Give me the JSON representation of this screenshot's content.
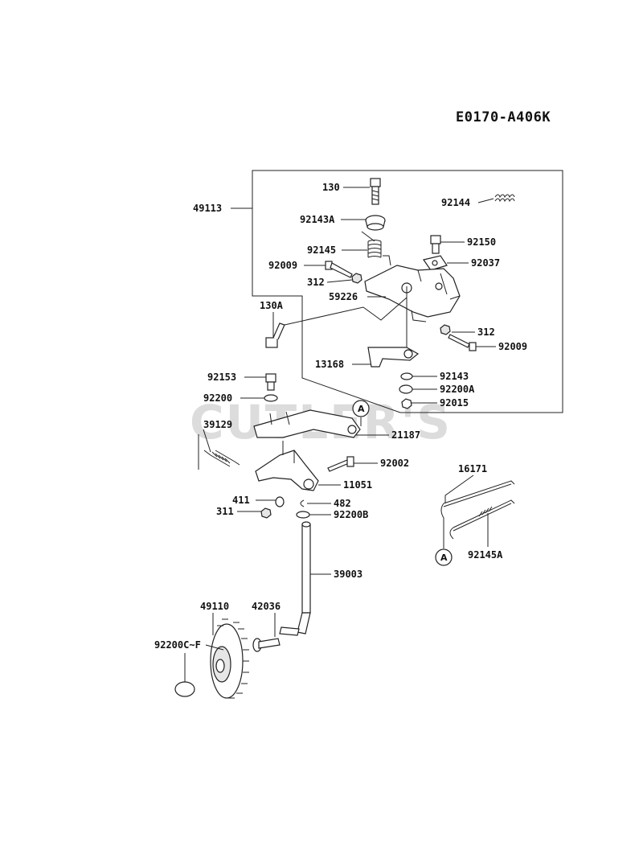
{
  "diagram_code": "E0170-A406K",
  "watermark": "CUTLER'S",
  "parts": {
    "p130": "130",
    "p92144": "92144",
    "p49113": "49113",
    "p92143A": "92143A",
    "p92145": "92145",
    "p92150": "92150",
    "p92009a": "92009",
    "p92037": "92037",
    "p312a": "312",
    "p59226": "59226",
    "p130A": "130A",
    "p312b": "312",
    "p92009b": "92009",
    "p13168": "13168",
    "p92153": "92153",
    "p92143": "92143",
    "p92200": "92200",
    "p92200A": "92200A",
    "p92015": "92015",
    "p39129": "39129",
    "p21187": "21187",
    "p92002": "92002",
    "p11051": "11051",
    "p411": "411",
    "p482": "482",
    "p311": "311",
    "p92200B": "92200B",
    "p16171": "16171",
    "p92145A": "92145A",
    "p39003": "39003",
    "p49110": "49110",
    "p42036": "42036",
    "p92200CF": "92200C~F"
  },
  "refs": {
    "a1": "A",
    "a2": "A"
  }
}
